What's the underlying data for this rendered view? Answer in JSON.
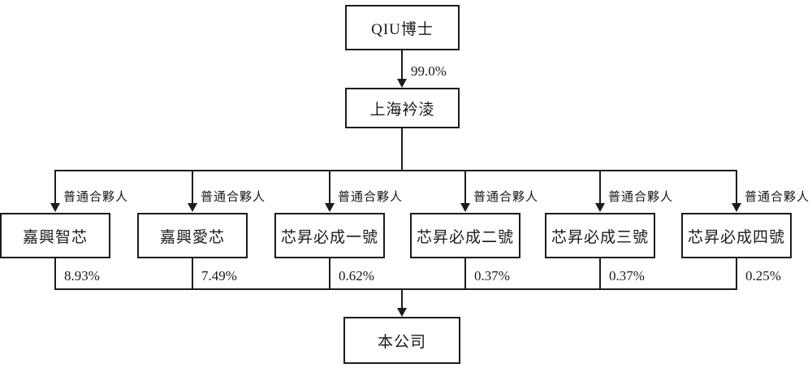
{
  "colors": {
    "line": "#1c1c1c",
    "background": "#ffffff",
    "text": "#1a1a1a"
  },
  "nodes": {
    "top_shareholder": {
      "label": "QIU博士"
    },
    "intermediate": {
      "label": "上海衿淩"
    },
    "company": {
      "label": "本公司"
    }
  },
  "edges": {
    "top_to_intermediate": {
      "label": "99.0%"
    }
  },
  "partners": [
    {
      "name": "嘉興智芯",
      "role": "普通合夥人",
      "stake": "8.93%"
    },
    {
      "name": "嘉興愛芯",
      "role": "普通合夥人",
      "stake": "7.49%"
    },
    {
      "name": "芯昇必成一號",
      "role": "普通合夥人",
      "stake": "0.62%"
    },
    {
      "name": "芯昇必成二號",
      "role": "普通合夥人",
      "stake": "0.37%"
    },
    {
      "name": "芯昇必成三號",
      "role": "普通合夥人",
      "stake": "0.37%"
    },
    {
      "name": "芯昇必成四號",
      "role": "普通合夥人",
      "stake": "0.25%"
    }
  ]
}
